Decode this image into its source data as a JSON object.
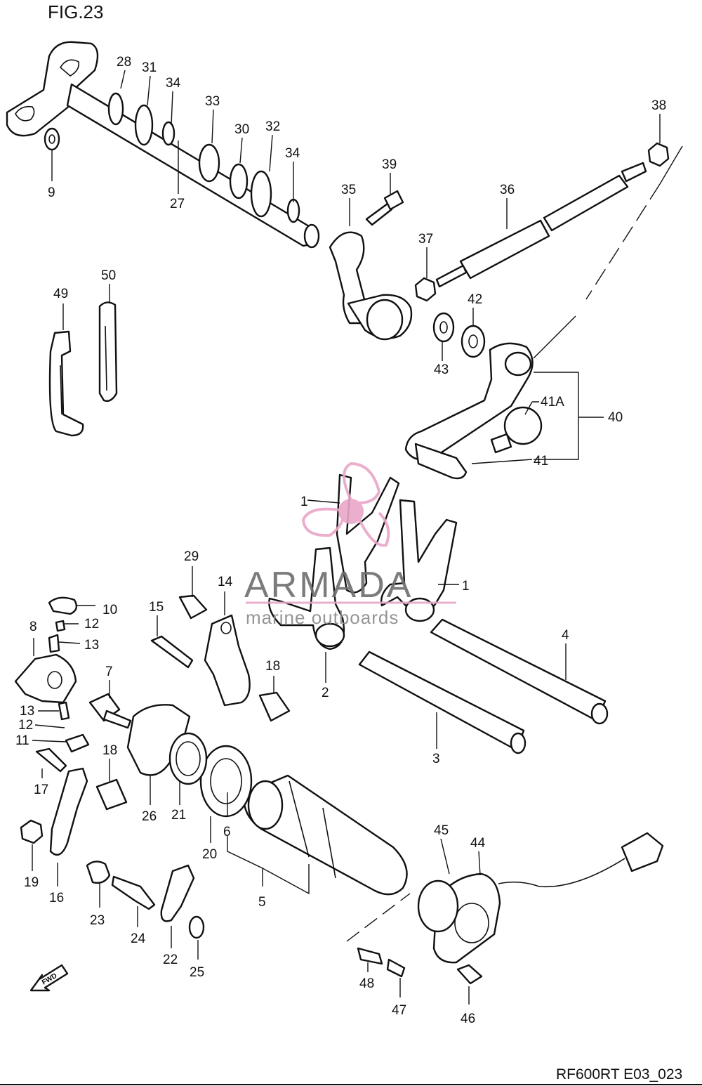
{
  "figure": {
    "title": "FIG.23",
    "code": "RF600RT E03_023",
    "fwd_label": "FWD"
  },
  "watermark": {
    "brand": "ARMADA",
    "tagline": "marine outboards",
    "colors": {
      "logo": "#e9a6c8",
      "text": "#6d6d6d"
    }
  },
  "callouts": [
    "1",
    "1",
    "2",
    "3",
    "4",
    "5",
    "6",
    "7",
    "8",
    "9",
    "10",
    "11",
    "12",
    "12",
    "13",
    "13",
    "14",
    "15",
    "16",
    "17",
    "18",
    "18",
    "19",
    "20",
    "21",
    "22",
    "23",
    "24",
    "25",
    "26",
    "27",
    "28",
    "29",
    "30",
    "31",
    "32",
    "33",
    "34",
    "34",
    "35",
    "36",
    "37",
    "38",
    "39",
    "40",
    "41",
    "41A",
    "42",
    "43",
    "44",
    "45",
    "46",
    "47",
    "48",
    "49",
    "50"
  ]
}
